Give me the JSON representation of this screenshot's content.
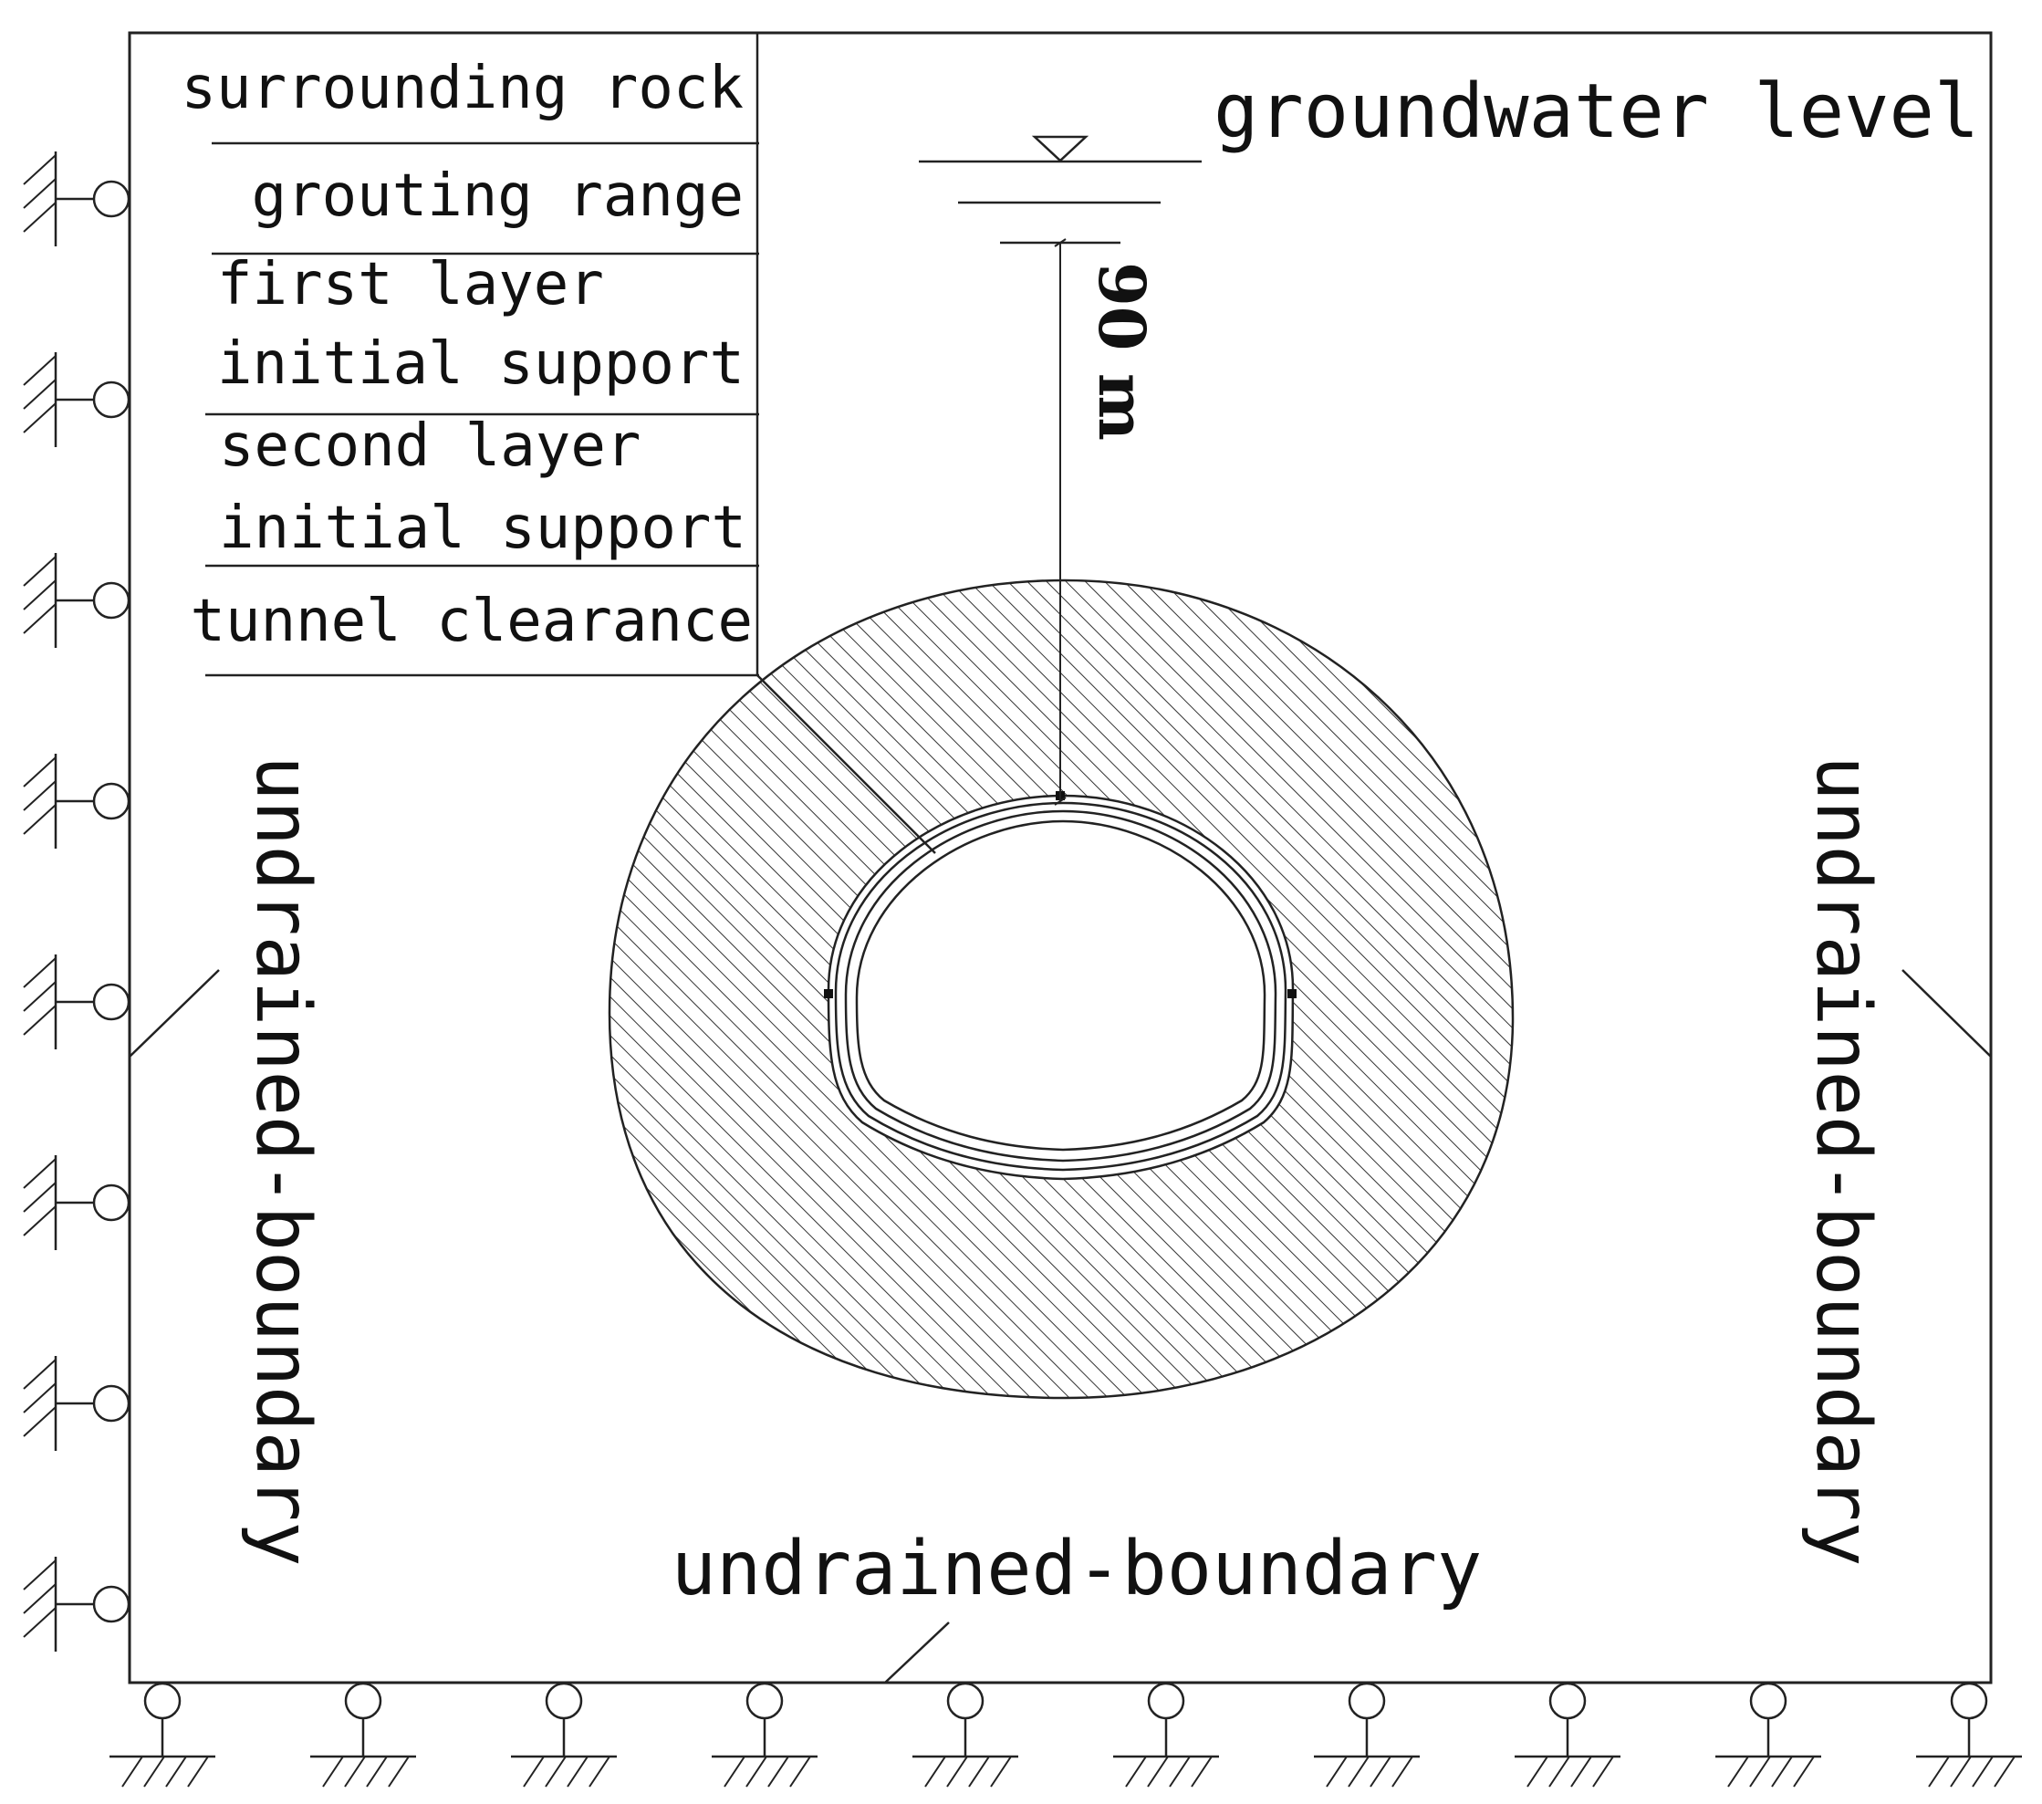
{
  "labels": {
    "groundwater": "groundwater level",
    "depth": "90 m",
    "undrained_left": "undrained-boundary",
    "undrained_right": "undrained-boundary",
    "undrained_bottom": "undrained-boundary"
  },
  "legend_items": [
    {
      "lines": [
        "surrounding rock"
      ]
    },
    {
      "lines": [
        "grouting range"
      ]
    },
    {
      "lines": [
        "first layer",
        "initial support"
      ]
    },
    {
      "lines": [
        "second layer",
        "initial support"
      ]
    },
    {
      "lines": [
        "tunnel clearance"
      ]
    }
  ],
  "colors": {
    "line": "#222222",
    "hatch": "#333333",
    "background": "#ffffff"
  }
}
